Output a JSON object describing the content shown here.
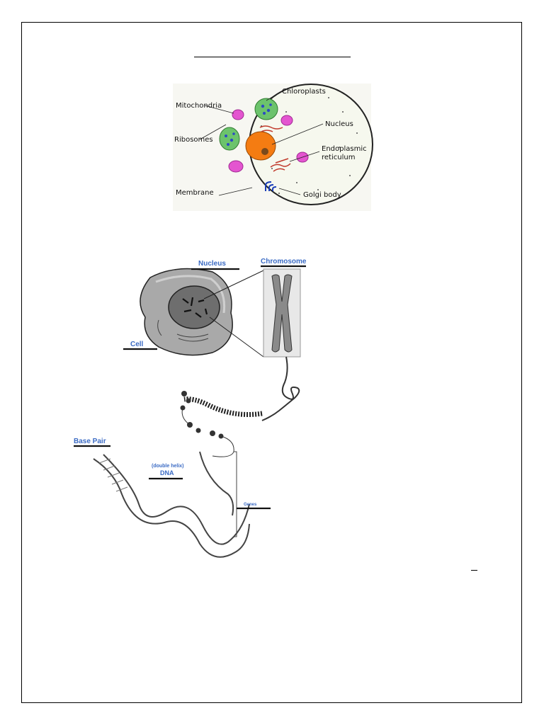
{
  "cell_diagram": {
    "labels": {
      "chloroplasts": "Chloroplasts",
      "mitochondria": "Mitochondria",
      "nucleus": "Nucleus",
      "ribosomes": "Ribosomes",
      "endoplasmic_line1": "Endoplasmic",
      "endoplasmic_line2": "reticulum",
      "membrane": "Membrane",
      "golgi": "Golgi body"
    },
    "colors": {
      "chloroplast": "#6cc36c",
      "mitochondria": "#e455d0",
      "nucleus": "#f47c12",
      "nucleolus": "#7a4a1c",
      "er": "#c0392b",
      "golgi": "#1b3fb8",
      "cytoplasm": "#f6f8ee"
    }
  },
  "dna_diagram": {
    "labels": {
      "nucleus": "Nucleus",
      "chromosome": "Chromosome",
      "cell": "Cell",
      "base_pair": "Base Pair",
      "double_helix": "(double helix)",
      "dna": "DNA",
      "genes": "Genes"
    },
    "colors": {
      "label": "#3b6bc4",
      "cell_fill": "#a9a9a9",
      "nucleus_fill": "#6e6e6e"
    }
  }
}
